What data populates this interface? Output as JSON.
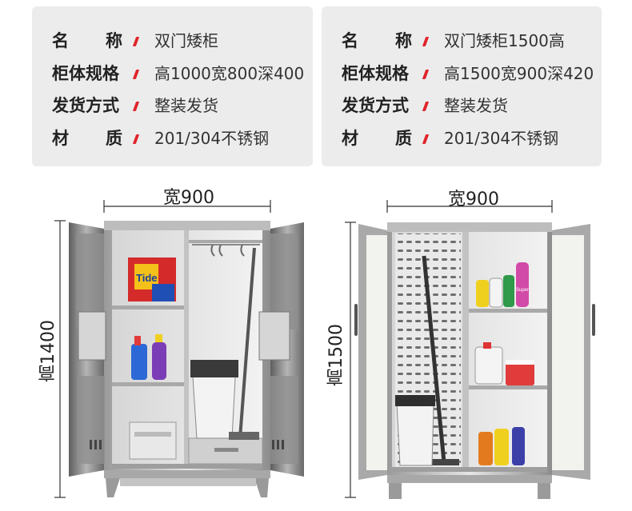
{
  "specs_left": {
    "rows": [
      {
        "label_chars": [
          "名",
          "称"
        ],
        "value": "双门矮柜"
      },
      {
        "label": "柜体规格",
        "value": "高1000宽800深400"
      },
      {
        "label": "发货方式",
        "value": "整装发货"
      },
      {
        "label_chars": [
          "材",
          "质"
        ],
        "value": "201/304不锈钢"
      }
    ]
  },
  "specs_right": {
    "rows": [
      {
        "label_chars": [
          "名",
          "称"
        ],
        "value": "双门矮柜1500高"
      },
      {
        "label": "柜体规格",
        "value": "高1500宽900深420"
      },
      {
        "label": "发货方式",
        "value": "整装发货"
      },
      {
        "label_chars": [
          "材",
          "质"
        ],
        "value": "201/304不锈钢"
      }
    ]
  },
  "cabinet_left": {
    "width_label": "宽900",
    "height_label": "高1400"
  },
  "cabinet_right": {
    "width_label": "宽900",
    "height_label": "高1500"
  },
  "product_labels": {
    "detergent_box": "Tide",
    "bottle_label": "Super"
  },
  "colors": {
    "accent": "#e0242b",
    "card_bg": "#ececec",
    "steel": "#c9c9c9"
  }
}
